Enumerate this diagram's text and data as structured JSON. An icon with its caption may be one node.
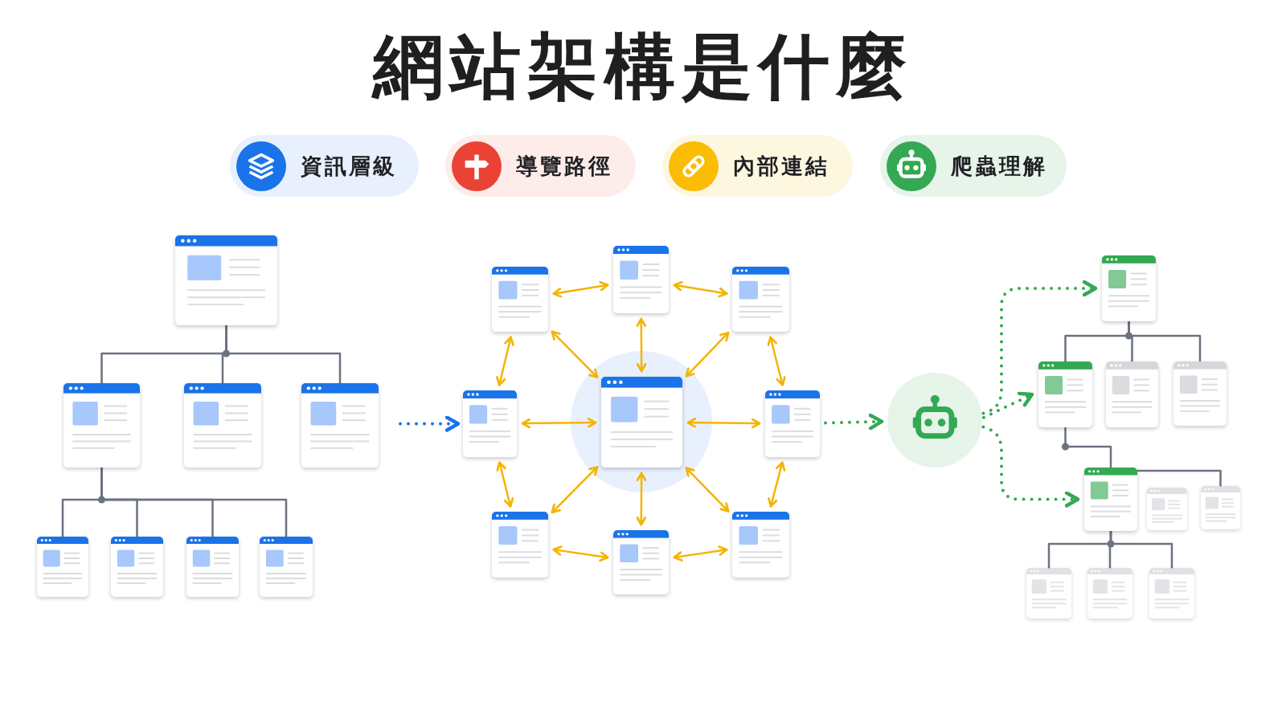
{
  "diagram": {
    "title": "網站架構是什麼",
    "nodes": [
      {
        "text": [
          "資訊層級"
        ]
      },
      {
        "text": [
          "導覽路徑"
        ]
      },
      {
        "text": [
          "內部連結"
        ]
      },
      {
        "text": [
          "爬蟲理解"
        ]
      },
      {
        "text": [],
        "shape": "box"
      },
      {
        "text": [],
        "shape": "box"
      },
      {
        "text": [],
        "shape": "box"
      },
      {
        "text": [],
        "shape": "box"
      },
      {
        "text": [],
        "shape": "box"
      },
      {
        "text": [],
        "shape": "box"
      },
      {
        "text": [],
        "shape": "box"
      },
      {
        "text": [],
        "shape": "box"
      },
      {
        "text": [],
        "shape": "box"
      },
      {
        "text": [],
        "shape": "box"
      },
      {
        "text": [],
        "shape": "box"
      },
      {
        "text": [],
        "shape": "box"
      },
      {
        "text": [],
        "shape": "box"
      },
      {
        "text": [],
        "shape": "box"
      },
      {
        "text": [],
        "shape": "box"
      },
      {
        "text": [],
        "shape": "box"
      },
      {
        "text": [],
        "shape": "box"
      },
      {
        "text": [],
        "shape": "robot"
      },
      {
        "text": [],
        "shape": "box"
      },
      {
        "text": [],
        "shape": "box"
      },
      {
        "text": [],
        "shape": "box"
      },
      {
        "text": [],
        "shape": "box"
      },
      {
        "text": [],
        "shape": "box"
      },
      {
        "text": [],
        "shape": "box"
      },
      {
        "text": [],
        "shape": "box"
      },
      {
        "text": [],
        "shape": "box"
      },
      {
        "text": [],
        "shape": "box"
      },
      {
        "text": [],
        "shape": "box"
      }
    ],
    "edges": [
      {
        "from": 4,
        "to": 5,
        "arrow": "none",
        "color": "#6b7280"
      },
      {
        "from": 4,
        "to": 6,
        "arrow": "none",
        "color": "#6b7280"
      },
      {
        "from": 4,
        "to": 7,
        "arrow": "none",
        "color": "#6b7280"
      },
      {
        "from": 5,
        "to": 8,
        "arrow": "none",
        "color": "#6b7280"
      },
      {
        "from": 5,
        "to": 9,
        "arrow": "none",
        "color": "#6b7280"
      },
      {
        "from": 5,
        "to": 10,
        "arrow": "none",
        "color": "#6b7280"
      },
      {
        "from": 5,
        "to": 11,
        "arrow": "none",
        "color": "#6b7280"
      },
      {
        "from": null,
        "to": 15,
        "arrow": "to",
        "style": "dashed",
        "color": "#1a73e8"
      },
      {
        "from": 16,
        "to": 12,
        "arrow": "both"
      },
      {
        "from": 16,
        "to": 13,
        "arrow": "both"
      },
      {
        "from": 16,
        "to": 14,
        "arrow": "both"
      },
      {
        "from": 16,
        "to": 15,
        "arrow": "both"
      },
      {
        "from": 16,
        "to": 17,
        "arrow": "both"
      },
      {
        "from": 16,
        "to": 18,
        "arrow": "both"
      },
      {
        "from": 16,
        "to": 19,
        "arrow": "both"
      },
      {
        "from": 16,
        "to": 20,
        "arrow": "both"
      },
      {
        "from": 12,
        "to": 13,
        "arrow": "both"
      },
      {
        "from": 13,
        "to": 14,
        "arrow": "both"
      },
      {
        "from": 14,
        "to": 17,
        "arrow": "both"
      },
      {
        "from": 17,
        "to": 20,
        "arrow": "both"
      },
      {
        "from": 20,
        "to": 19,
        "arrow": "both"
      },
      {
        "from": 19,
        "to": 18,
        "arrow": "both"
      },
      {
        "from": 18,
        "to": 15,
        "arrow": "both"
      },
      {
        "from": 15,
        "to": 12,
        "arrow": "both"
      },
      {
        "from": 17,
        "to": 21,
        "arrow": "to",
        "style": "dashed",
        "color": "#34a853"
      },
      {
        "from": 21,
        "to": 22,
        "arrow": "to",
        "style": "dashed",
        "color": "#34a853"
      },
      {
        "from": 21,
        "to": 23,
        "arrow": "to",
        "style": "dashed",
        "color": "#34a853"
      },
      {
        "from": 21,
        "to": 26,
        "arrow": "to",
        "style": "dashed",
        "color": "#34a853"
      },
      {
        "from": 22,
        "to": 23,
        "arrow": "none",
        "color": "#6b7280"
      },
      {
        "from": 22,
        "to": 24,
        "arrow": "none",
        "color": "#6b7280"
      },
      {
        "from": 22,
        "to": 25,
        "arrow": "none",
        "color": "#6b7280"
      },
      {
        "from": 23,
        "to": 26,
        "arrow": "none",
        "color": "#6b7280"
      },
      {
        "from": 26,
        "to": 28,
        "arrow": "none",
        "color": "#6b7280"
      },
      {
        "from": 26,
        "to": 29,
        "arrow": "none",
        "color": "#6b7280"
      },
      {
        "from": 26,
        "to": 30,
        "arrow": "none",
        "color": "#6b7280"
      },
      {
        "from": 26,
        "to": 31,
        "arrow": "none",
        "color": "#6b7280"
      }
    ]
  }
}
